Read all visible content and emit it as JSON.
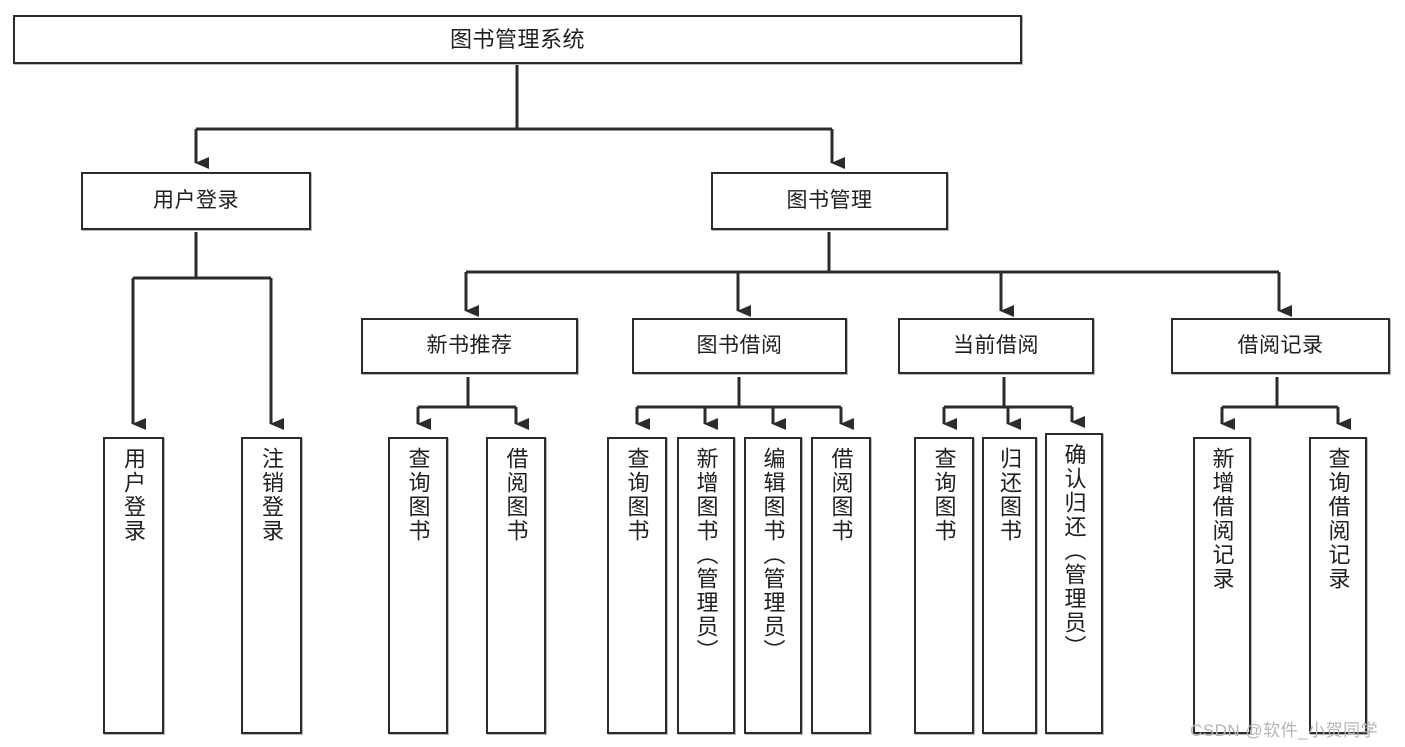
{
  "diagram": {
    "title": "图书管理系统",
    "type": "tree",
    "background": "#ffffff",
    "line_color": "#2b2b2b",
    "box_fill": "#ffffff",
    "watermark": "CSDN @软件_小贺同学"
  },
  "nodes": {
    "root": {
      "label": "图书管理系统"
    },
    "level2": [
      {
        "label": "用户登录"
      },
      {
        "label": "图书管理"
      }
    ],
    "level3": [
      {
        "label": "新书推荐"
      },
      {
        "label": "图书借阅"
      },
      {
        "label": "当前借阅"
      },
      {
        "label": "借阅记录"
      }
    ],
    "leaves": {
      "user_login": [
        {
          "label": "用户登录"
        },
        {
          "label": "注销登录"
        }
      ],
      "new_book_rec": [
        {
          "label": "查询图书"
        },
        {
          "label": "借阅图书"
        }
      ],
      "book_borrow": [
        {
          "label": "查询图书"
        },
        {
          "label": "新增图书（管理员）"
        },
        {
          "label": "编辑图书（管理员）"
        },
        {
          "label": "借阅图书"
        }
      ],
      "current_borrow": [
        {
          "label": "查询图书"
        },
        {
          "label": "归还图书"
        },
        {
          "label": "确认归还（管理员）"
        }
      ],
      "borrow_record": [
        {
          "label": "新增借阅记录"
        },
        {
          "label": "查询借阅记录"
        }
      ]
    }
  }
}
